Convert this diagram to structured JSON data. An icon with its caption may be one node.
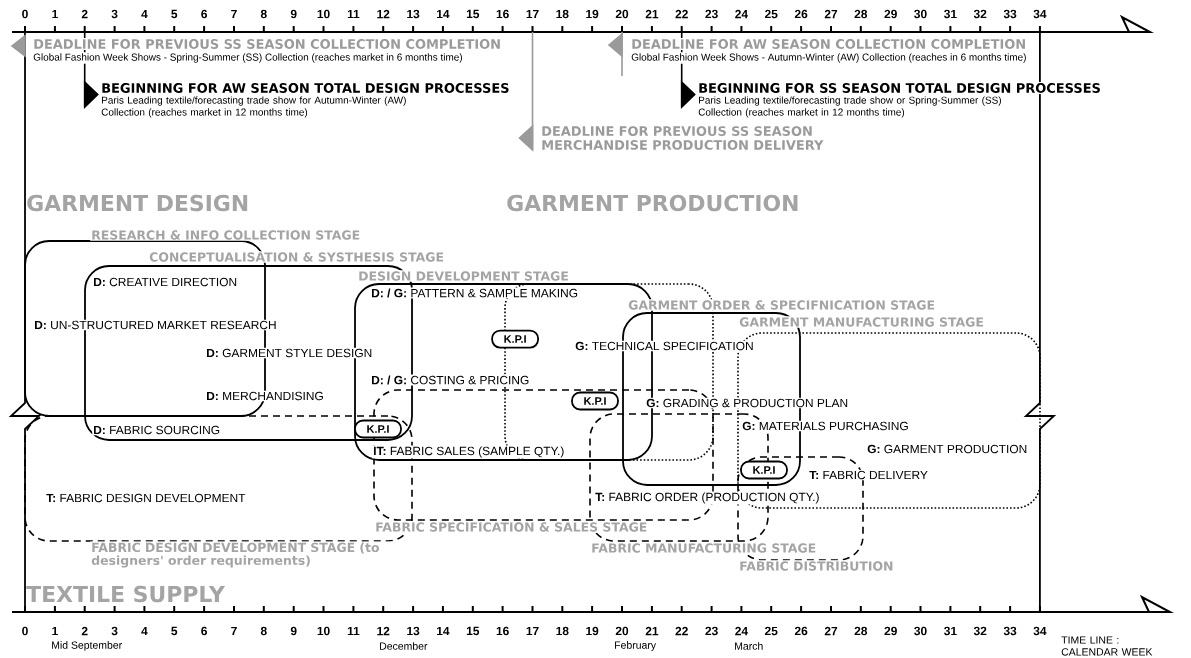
{
  "diagram": {
    "nodes": [
      {
        "text": [
          "RESEARCH & INFO COLLECTION STAGE"
        ]
      },
      {
        "text": [
          "CONCEPTUALISATION & SYSTHESIS STAGE"
        ]
      },
      {
        "text": [
          "DESIGN DEVELOPMENT STAGE"
        ]
      },
      {
        "text": [],
        "shape": "box"
      },
      {
        "text": [
          "GARMENT ORDER & SPECIFNICATION STAGE"
        ]
      },
      {
        "text": [
          "GARMENT MANUFACTURING STAGE"
        ]
      },
      {
        "text": [
          "FABRIC DESIGN DEVELOPMENT STAGE (to designers' order requirements)"
        ]
      },
      {
        "text": [
          "FABRIC SPECIFICATION & SALES STAGE"
        ]
      },
      {
        "text": [
          "FABRIC MANUFACTURING STAGE"
        ]
      },
      {
        "text": [
          "FABRIC DISTRIBUTION"
        ]
      },
      {
        "text": [
          "K.P.I"
        ],
        "in": 2
      },
      {
        "text": [
          "K.P.I"
        ]
      },
      {
        "text": [
          "K.P.I"
        ]
      },
      {
        "text": [
          "K.P.I"
        ]
      }
    ],
    "labels": [
      "0",
      "1",
      "2",
      "3",
      "4",
      "5",
      "6",
      "7",
      "8",
      "9",
      "10",
      "11",
      "12",
      "13",
      "14",
      "15",
      "16",
      "17",
      "18",
      "19",
      "20",
      "21",
      "22",
      "23",
      "24",
      "25",
      "26",
      "27",
      "28",
      "29",
      "30",
      "31",
      "32",
      "33",
      "34",
      "DEADLINE FOR PREVIOUS SS SEASON COLLECTION COMPLETION",
      "Global Fashion Week Shows - Spring-Summer (SS) Collection (reaches market in 6 months time)",
      "DEADLINE FOR AW SEASON COLLECTION COMPLETION",
      "Global Fashion Week Shows - Autumn-Winter (AW) Collection (reaches in 6 months time)",
      "BEGINNING FOR AW SEASON TOTAL DESIGN PROCESSES",
      "Paris Leading textile/forecasting trade show for Autumn-Winter (AW) Collection (reaches market in 12 months time)",
      "BEGINNING FOR SS SEASON TOTAL DESIGN PROCESSES",
      "Paris Leading textile/forecasting trade show or Spring-Summer (SS) Collection (reaches market in 12 months time)",
      "DEADLINE FOR PREVIOUS SS SEASON MERCHANDISE PRODUCTION DELIVERY",
      "GARMENT DESIGN",
      "GARMENT PRODUCTION",
      "**D:** CREATIVE DIRECTION",
      "**D: / G:** PATTERN & SAMPLE MAKING",
      "**D:** UN-STRUCTURED MARKET RESEARCH",
      "**G:** TECHNICAL SPECIFICATION",
      "**D:** GARMENT STYLE DESIGN",
      "**D: / G:** COSTING & PRICING",
      "**D:** MERCHANDISING",
      "**G:** GRADING & PRODUCTION PLAN",
      "**G:** MATERIALS PURCHASING",
      "**D:** FABRIC SOURCING",
      "**IT:** FABRIC SALES (SAMPLE QTY.)",
      "**G:** GARMENT PRODUCTION",
      "**T:** FABRIC DELIVERY",
      "**T:** FABRIC DESIGN DEVELOPMENT",
      "**T:** FABRIC ORDER (PRODUCTION QTY.)",
      "TEXTILE SUPPLY",
      "0",
      "1",
      "2",
      "3",
      "4",
      "5",
      "6",
      "7",
      "8",
      "9",
      "10",
      "11",
      "12",
      "13",
      "14",
      "15",
      "16",
      "17",
      "18",
      "19",
      "20",
      "21",
      "22",
      "23",
      "24",
      "25",
      "26",
      "27",
      "28",
      "29",
      "30",
      "31",
      "32",
      "33",
      "34",
      "Mid September",
      "December",
      "February",
      "March",
      "TIME LINE : CALENDAR WEEK"
    ]
  }
}
